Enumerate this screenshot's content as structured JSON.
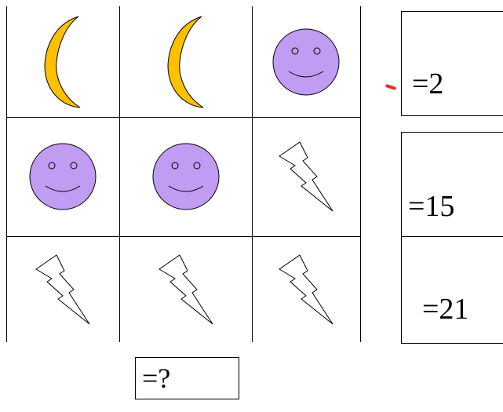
{
  "puzzle": {
    "grid": [
      [
        "moon",
        "moon",
        "smiley"
      ],
      [
        "smiley",
        "smiley",
        "lightning"
      ],
      [
        "lightning",
        "lightning",
        "lightning"
      ]
    ],
    "row_results": [
      "=2",
      "=15",
      "=21"
    ],
    "question": "=?"
  },
  "colors": {
    "moon_fill": "#ffc000",
    "smiley_fill": "#c09cf2",
    "lightning_fill": "#ffffff",
    "outline": "#000000",
    "mark": "#e03030"
  }
}
